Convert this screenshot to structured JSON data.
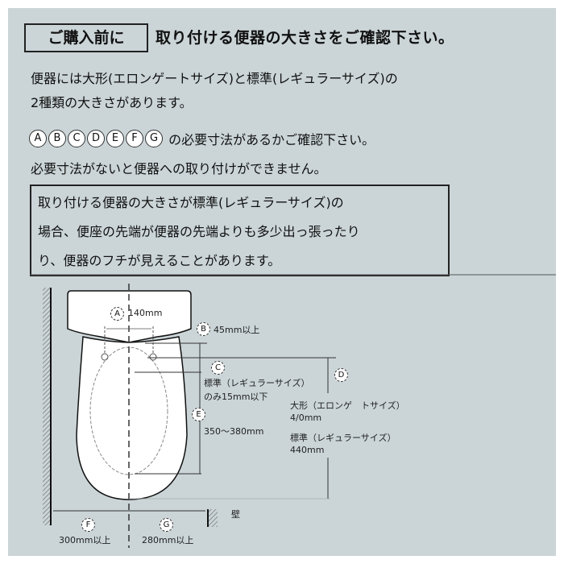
{
  "header": {
    "badge": "ご購入前に",
    "title": "取り付ける便器の大きさをご確認下さい。"
  },
  "intro": {
    "line1": "便器には大形(エロンゲートサイズ)と標準(レギュラーサイズ)の",
    "line2": "2種類の大きさがあります。"
  },
  "check": {
    "letters": [
      "A",
      "B",
      "C",
      "D",
      "E",
      "F",
      "G"
    ],
    "line1_suffix": "の必要寸法があるかご確認下さい。",
    "line2": "必要寸法がないと便器への取り付けができません。"
  },
  "note": {
    "line1": "取り付ける便器の大きさが標準(レギュラーサイズ)の",
    "line2": "場合、便座の先端が便器の先端よりも多少出っ張ったり",
    "line3": "り、便器のフチが見えることがあります。"
  },
  "diagram": {
    "a": {
      "letter": "A",
      "value": "140mm"
    },
    "b": {
      "letter": "B",
      "value": "45mm以上"
    },
    "c": {
      "letter": "C",
      "line1": "標準（レギュラーサイズ）",
      "line2": "のみ15mm以下"
    },
    "d": {
      "letter": "D",
      "line1": "大形（エロンゲ　トサイズ）",
      "line2": "4/0mm",
      "line3": "標準（レギュラーサイズ）",
      "line4": "440mm"
    },
    "e": {
      "letter": "E",
      "value": "350〜380mm"
    },
    "f": {
      "letter": "F",
      "value": "300mm以上"
    },
    "g": {
      "letter": "G",
      "value": "280mm以上"
    },
    "wall": "壁"
  },
  "colors": {
    "background": "#cbd5d8",
    "ink": "#222222"
  }
}
